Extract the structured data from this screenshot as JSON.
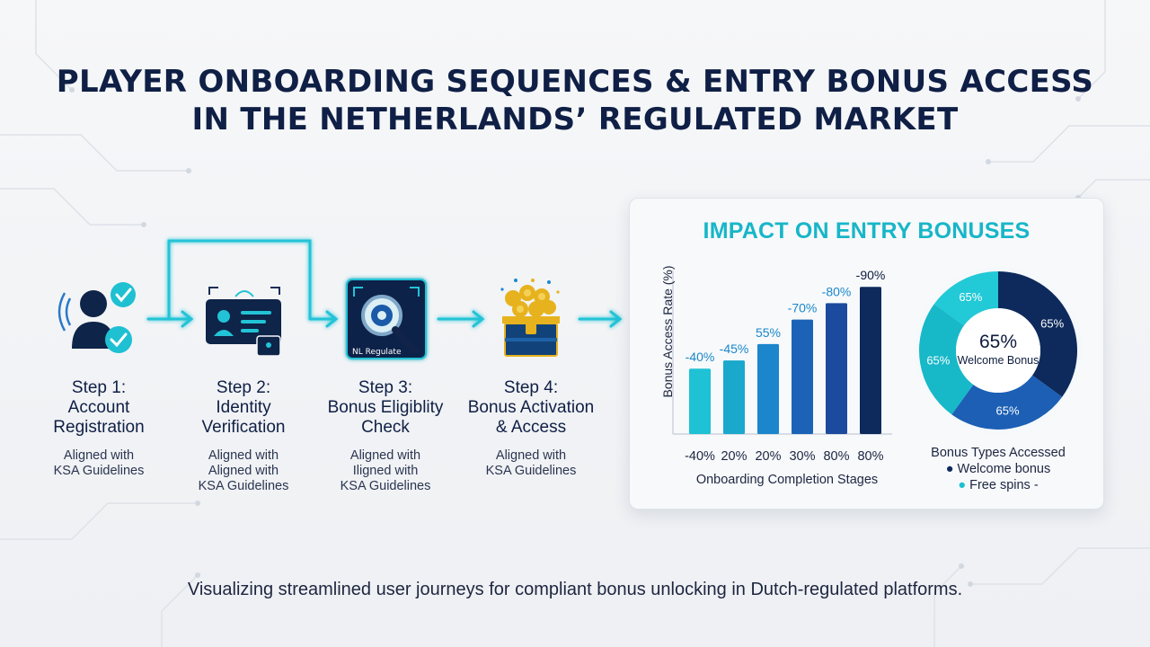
{
  "title": {
    "line1": "PLAYER ONBOARDING SEQUENCES & ENTRY BONUS ACCESS",
    "line2": "IN THE NETHERLANDS’ REGULATED MARKET"
  },
  "steps": [
    {
      "title1": "Step 1:",
      "title2": "Account",
      "title3": "Registration",
      "note1": "Aligned with",
      "note2": "KSA Guidelines",
      "note3": "",
      "icon": "user-check-icon"
    },
    {
      "title1": "Step 2:",
      "title2": "Identity",
      "title3": "Verification",
      "note1": "Aligned with",
      "note2": "Aligned with",
      "note3": "KSA Guidelines",
      "icon": "id-card-lock-icon"
    },
    {
      "title1": "Step 3:",
      "title2": "Bonus Eligiblity",
      "title3": "Check",
      "note1": "Aligned with",
      "note2": "Iligned with",
      "note3": "KSA Guidelines",
      "icon": "magnifier-icon"
    },
    {
      "title1": "Step 4:",
      "title2": "Bonus Activation",
      "title3": "& Access",
      "note1": "Aligned with",
      "note2": "KSA Guidelines",
      "note3": "",
      "icon": "treasure-chest-icon"
    }
  ],
  "step3_badge": "NL Regulate",
  "panel": {
    "title": "IMPACT ON ENTRY BONUSES",
    "donut_center_value": "65%",
    "donut_center_label": "Welcome Bonus",
    "legend_title": "Bonus Types Accessed",
    "legend_items": [
      {
        "label": "Welcome bonus",
        "color": "#0e2a5c"
      },
      {
        "label": "Free spins -",
        "color": "#1cc0d0"
      }
    ]
  },
  "chart_data": [
    {
      "type": "bar",
      "xlabel": "Onboarding Completion Stages",
      "ylabel": "Bonus Access Rate (%)",
      "categories": [
        "-40%",
        "20%",
        "20%",
        "30%",
        "80%",
        "80%"
      ],
      "values": [
        40,
        45,
        55,
        70,
        80,
        90
      ],
      "data_labels": [
        "-40%",
        "-45%",
        "55%",
        "-70%",
        "-80%",
        "-90%"
      ],
      "colors": [
        "#1ec2d4",
        "#1aa8cc",
        "#1c86cc",
        "#1c63b8",
        "#1b4a9e",
        "#0e2a5c"
      ],
      "ylim": [
        0,
        100
      ]
    },
    {
      "type": "pie",
      "slices": [
        {
          "label": "65%",
          "value": 35,
          "color": "#0e2a5c"
        },
        {
          "label": "65%",
          "value": 25,
          "color": "#1c5fb5"
        },
        {
          "label": "65%",
          "value": 25,
          "color": "#17b8c8"
        },
        {
          "label": "65%",
          "value": 15,
          "color": "#22c9d6"
        }
      ]
    }
  ],
  "subtitle": "Visualizing streamlined user journeys for compliant bonus unlocking in Dutch-regulated platforms."
}
